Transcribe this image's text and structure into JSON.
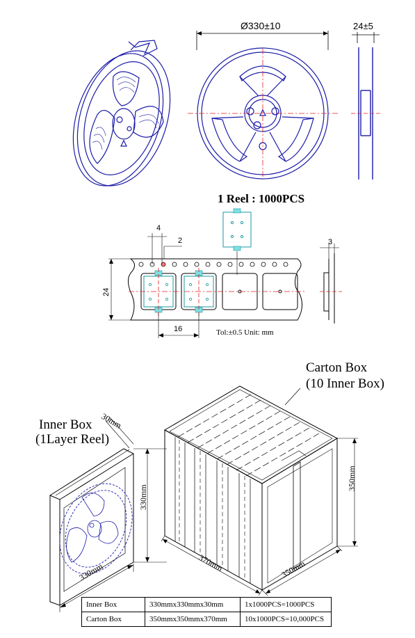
{
  "top": {
    "diameter": "Ø330±10",
    "width": "24±5"
  },
  "reel_spec": "1 Reel : 1000PCS",
  "tape": {
    "dim_4": "4",
    "dim_2": "2",
    "dim_3": "3",
    "dim_24": "24",
    "dim_16": "16",
    "tolerance": "Tol:±0.5  Unit: mm"
  },
  "carton": {
    "title_1": "Carton Box",
    "title_2": "(10 Inner Box)",
    "depth": "370mm",
    "width": "350mm",
    "height": "350mm"
  },
  "inner": {
    "title_1": "Inner Box",
    "title_2": "(1Layer Reel)",
    "thickness": "30mm",
    "height": "330mm",
    "width": "330mm"
  },
  "table": [
    {
      "name": "Inner Box",
      "size": "330mmx330mmx30mm",
      "qty": "1x1000PCS=1000PCS"
    },
    {
      "name": "Carton Box",
      "size": "350mmx350mmx370mm",
      "qty": "10x1000PCS=10,000PCS"
    }
  ]
}
